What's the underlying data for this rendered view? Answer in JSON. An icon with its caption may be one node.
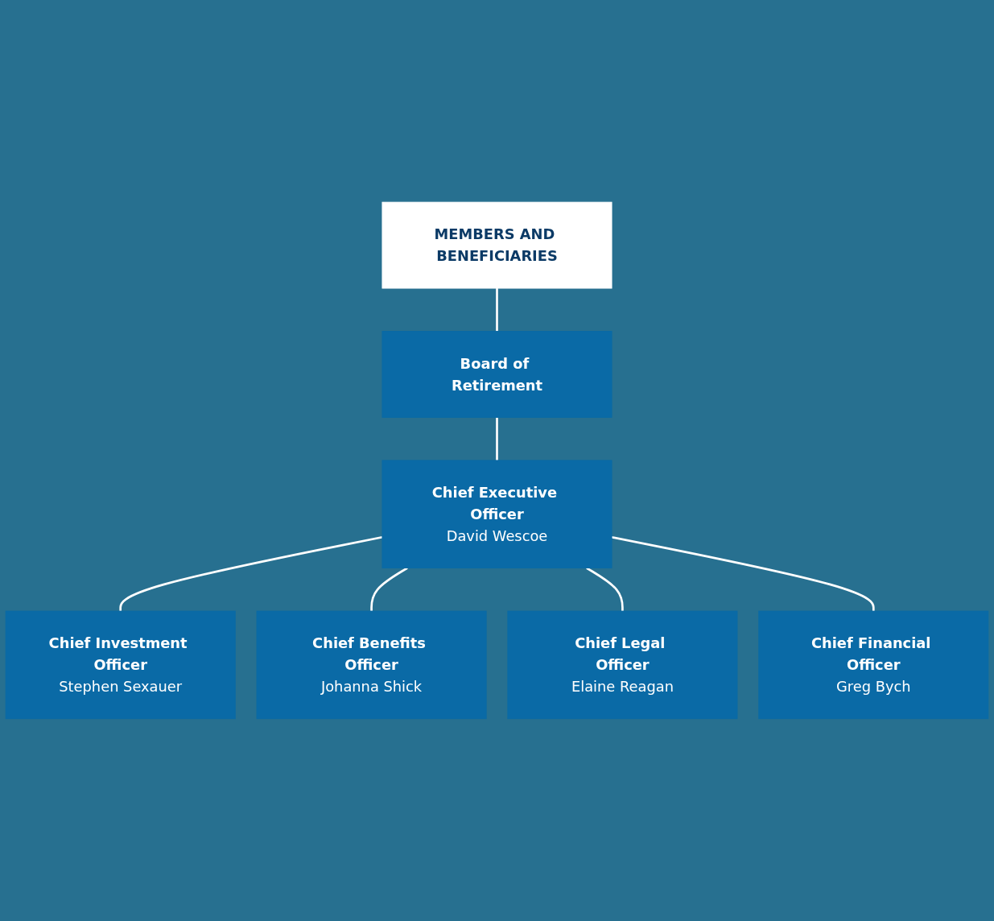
{
  "diagram": {
    "nodes": [
      {
        "text": [
          "MEMBERS AND BENEFICIARIES"
        ]
      },
      {
        "text": [
          "Board of Retirement"
        ]
      },
      {
        "text": [
          "Chief Executive Officer",
          "David Wescoe"
        ]
      },
      {
        "text": [
          "Chief Investment Officer",
          "Stephen Sexauer"
        ]
      },
      {
        "text": [
          "Chief Benefits Officer",
          "Johanna Shick"
        ]
      },
      {
        "text": [
          "Chief Legal Officer",
          "Elaine Reagan"
        ]
      },
      {
        "text": [
          "Chief Financial Officer",
          "Greg Bych"
        ]
      }
    ],
    "edges": [
      {
        "from": 0,
        "to": 1,
        "arrow": "none"
      },
      {
        "from": 1,
        "to": 2,
        "arrow": "none"
      },
      {
        "from": 2,
        "to": 3,
        "arrow": "none"
      },
      {
        "from": 2,
        "to": 4,
        "arrow": "none"
      },
      {
        "from": 2,
        "to": 5,
        "arrow": "none"
      },
      {
        "from": 2,
        "to": 6,
        "arrow": "none"
      }
    ]
  }
}
